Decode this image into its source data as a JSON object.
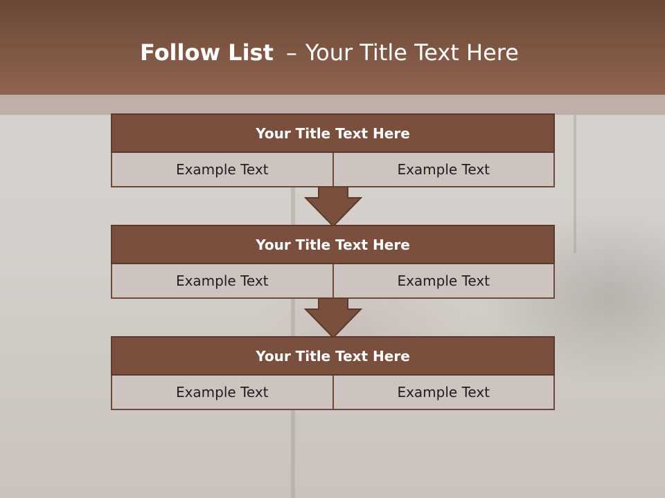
{
  "slide": {
    "title_bold": "Follow List",
    "title_dash": "–",
    "title_rest": "Your Title Text Here"
  },
  "blocks": [
    {
      "title": "Your Title Text Here",
      "cells": [
        "Example Text",
        "Example Text"
      ]
    },
    {
      "title": "Your Title Text Here",
      "cells": [
        "Example Text",
        "Example Text"
      ]
    },
    {
      "title": "Your Title Text Here",
      "cells": [
        "Example Text",
        "Example Text"
      ]
    }
  ],
  "colors": {
    "header": "#7f5744",
    "block_title": "#7a4f3d",
    "cell": "#cdc3bf",
    "arrow": "#7a4f3d"
  },
  "icons": {
    "connector": "down-arrow-icon"
  }
}
